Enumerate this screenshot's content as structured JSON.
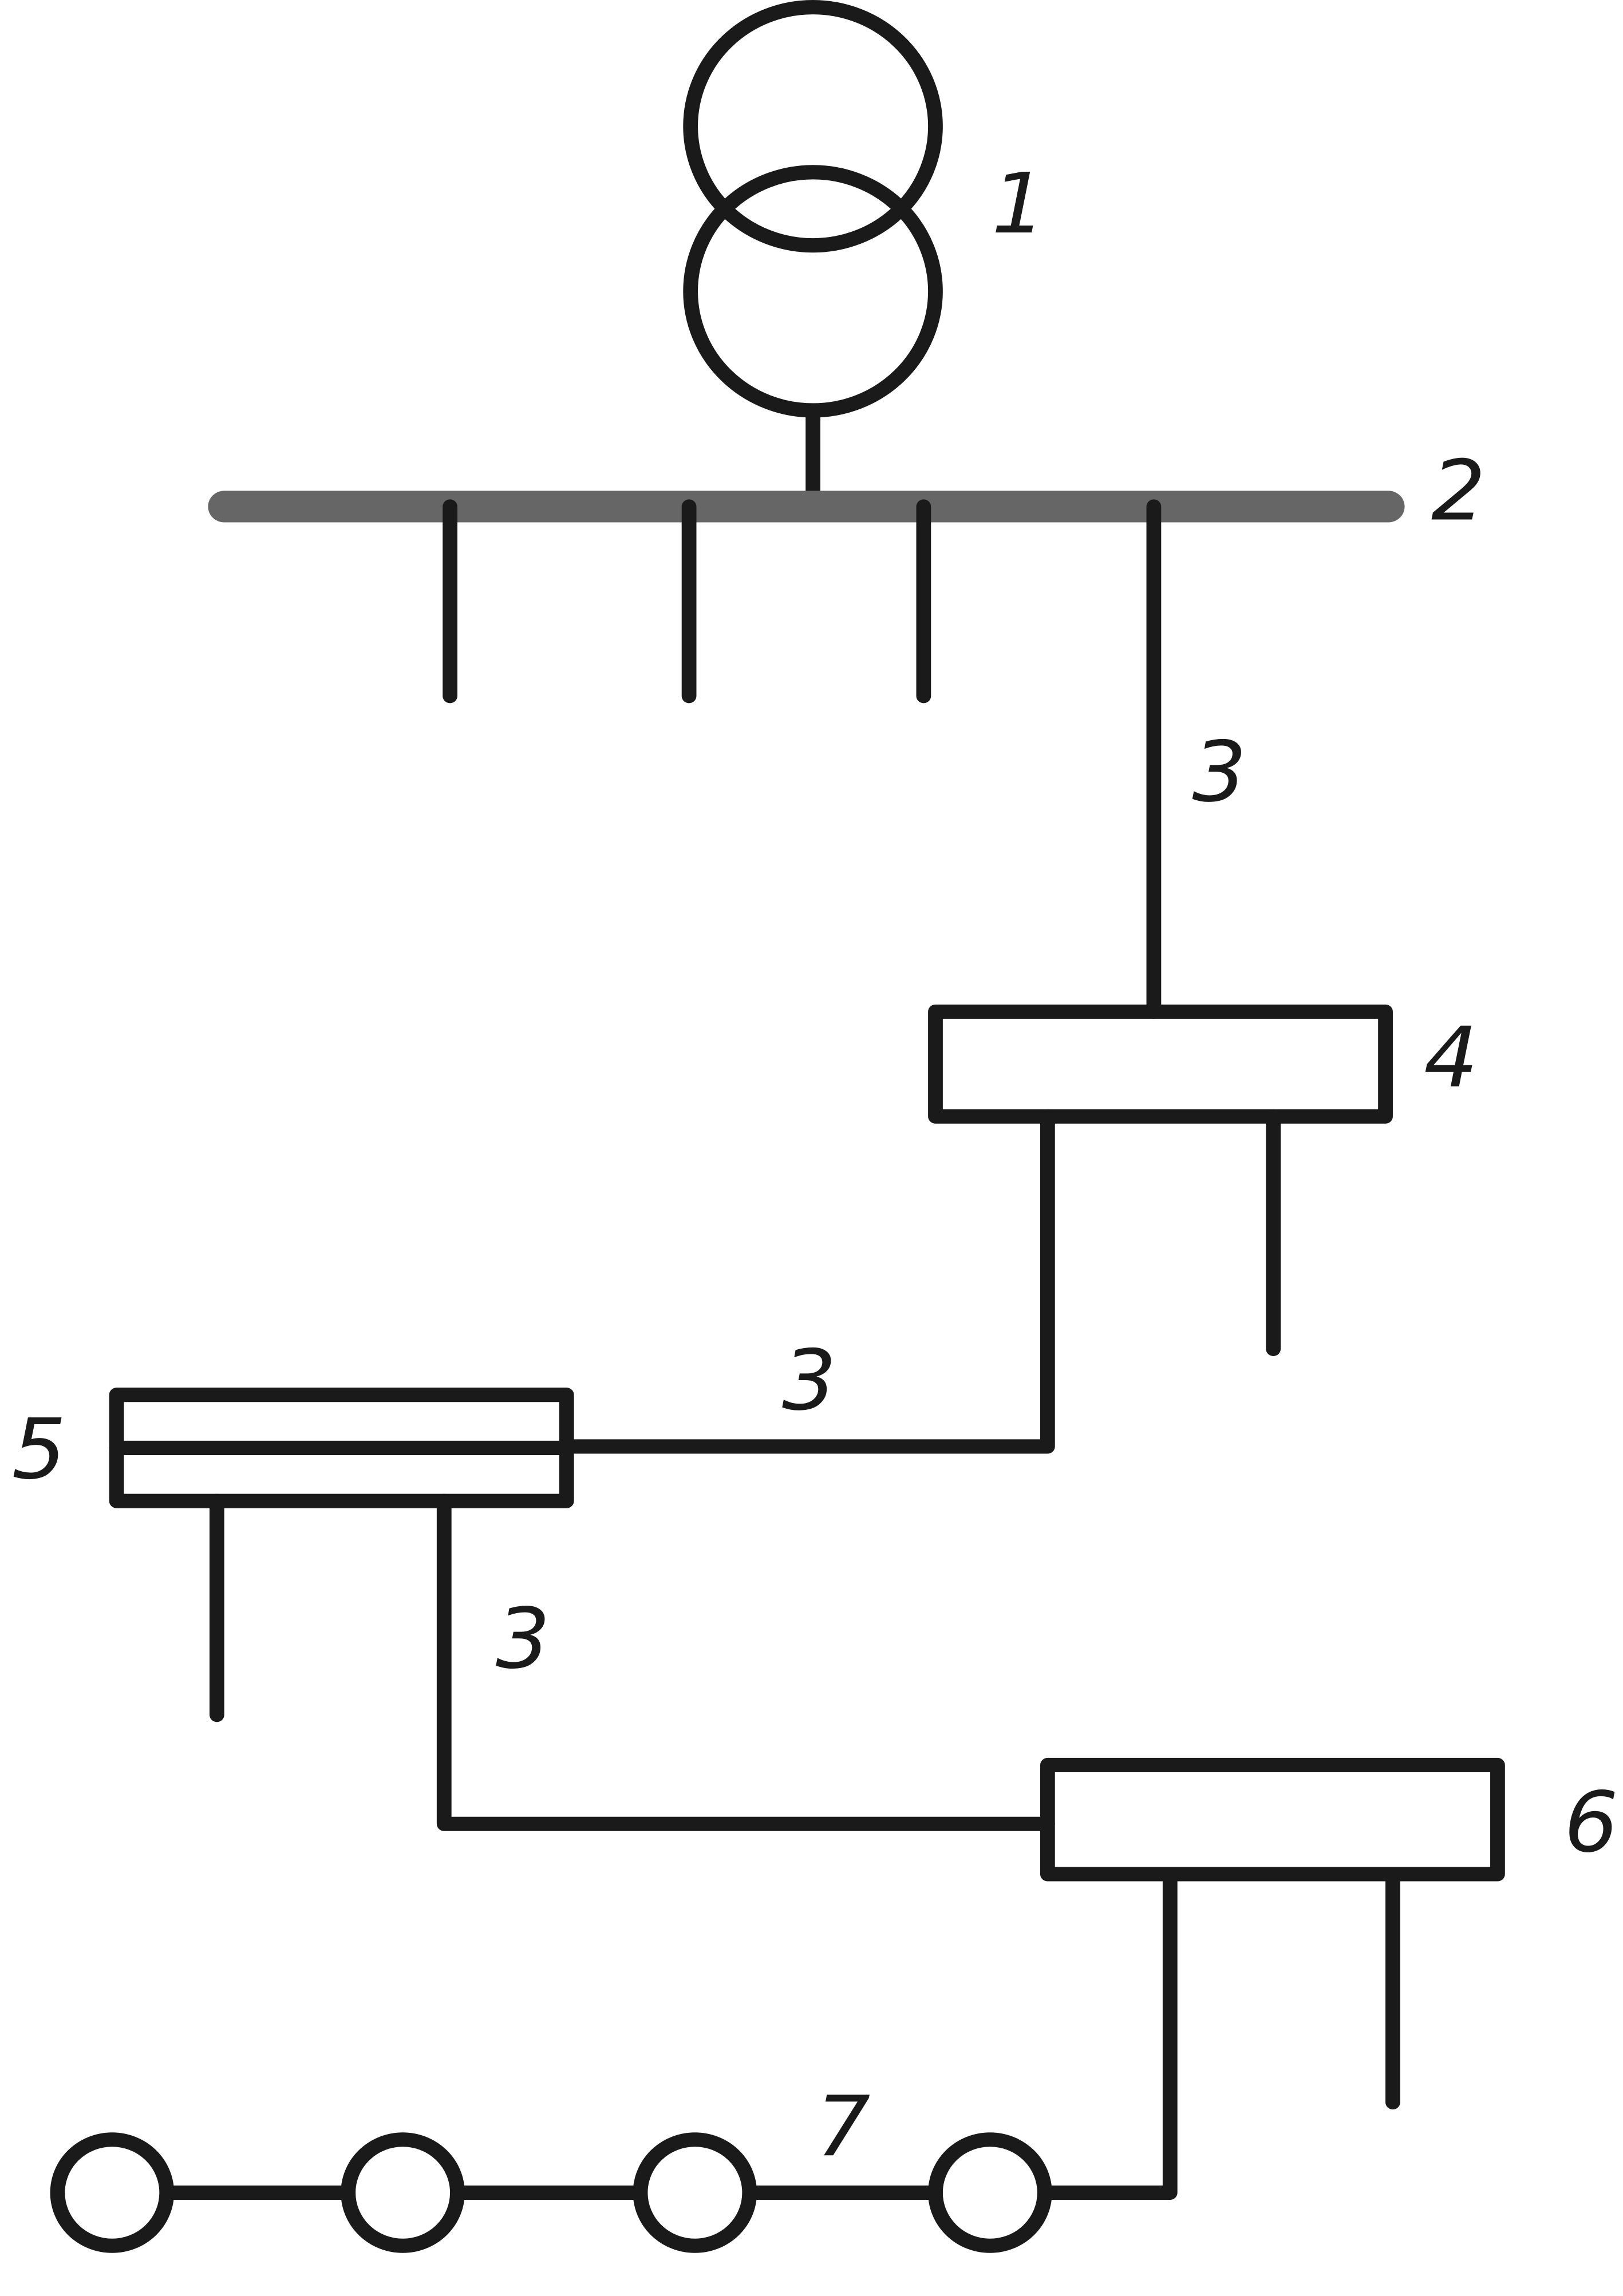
{
  "labels": {
    "transformer": "1",
    "main_bus": "2",
    "line_a": "3",
    "cabinet_a": "4",
    "line_b": "3",
    "double_bus_cabinet": "5",
    "line_c": "3",
    "cabinet_b": "6",
    "trunk_chain": "7"
  },
  "colors": {
    "line": "#1a1a1a",
    "bus": "#666666"
  }
}
